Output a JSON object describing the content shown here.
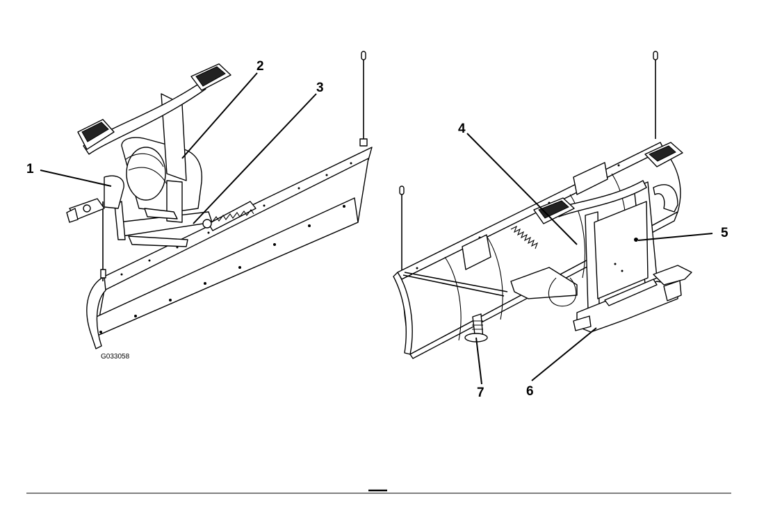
{
  "figure_id": "G033058",
  "callouts": [
    {
      "number": "1"
    },
    {
      "number": "2"
    },
    {
      "number": "3"
    },
    {
      "number": "4"
    },
    {
      "number": "5"
    },
    {
      "number": "6"
    },
    {
      "number": "7"
    }
  ],
  "colors": {
    "line": "#000000",
    "background": "#ffffff"
  }
}
